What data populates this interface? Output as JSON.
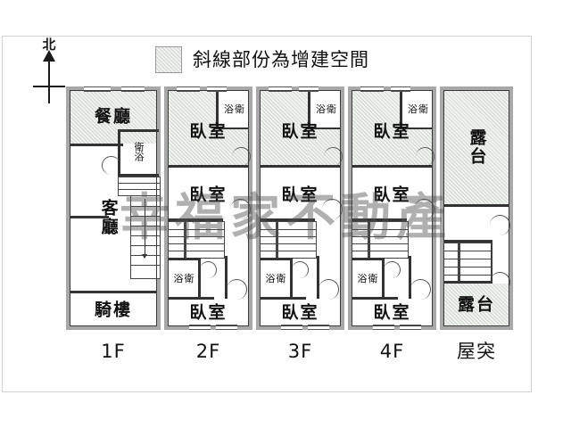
{
  "compass": {
    "label": "北",
    "name": "north-arrow"
  },
  "legend": {
    "swatch_name": "hatched-area-swatch",
    "text": "斜線部份為增建空間",
    "fill_color": "#f0f2ef",
    "border_color": "#9a9a9a"
  },
  "watermark": {
    "text": "幸福家不動產"
  },
  "floors": [
    {
      "caption": "1F",
      "rooms": [
        {
          "name": "dining-room",
          "label": "餐廳",
          "hatched": true
        },
        {
          "name": "bathroom-1f",
          "label": "衛浴",
          "hatched": false
        },
        {
          "name": "living-room",
          "label": "客廳",
          "hatched": false
        },
        {
          "name": "arcade",
          "label": "騎樓",
          "hatched": false
        }
      ]
    },
    {
      "caption": "2F",
      "rooms": [
        {
          "name": "bathroom-2f-upper",
          "label": "衛浴",
          "hatched": false
        },
        {
          "name": "bedroom-2f-1",
          "label": "臥室",
          "hatched": true
        },
        {
          "name": "bedroom-2f-2",
          "label": "臥室",
          "hatched": false
        },
        {
          "name": "bathroom-2f-lower",
          "label": "衛浴",
          "hatched": false
        },
        {
          "name": "bedroom-2f-3",
          "label": "臥室",
          "hatched": false
        }
      ]
    },
    {
      "caption": "3F",
      "rooms": [
        {
          "name": "bathroom-3f-upper",
          "label": "衛浴",
          "hatched": false
        },
        {
          "name": "bedroom-3f-1",
          "label": "臥室",
          "hatched": true
        },
        {
          "name": "bedroom-3f-2",
          "label": "臥室",
          "hatched": false
        },
        {
          "name": "bathroom-3f-lower",
          "label": "衛浴",
          "hatched": false
        },
        {
          "name": "bedroom-3f-3",
          "label": "臥室",
          "hatched": false
        }
      ]
    },
    {
      "caption": "4F",
      "rooms": [
        {
          "name": "bathroom-4f-upper",
          "label": "衛浴",
          "hatched": false
        },
        {
          "name": "bedroom-4f-1",
          "label": "臥室",
          "hatched": true
        },
        {
          "name": "bedroom-4f-2",
          "label": "臥室",
          "hatched": false
        },
        {
          "name": "bathroom-4f-lower",
          "label": "衛浴",
          "hatched": false
        },
        {
          "name": "bedroom-4f-3",
          "label": "臥室",
          "hatched": false
        }
      ]
    },
    {
      "caption": "屋突",
      "rooms": [
        {
          "name": "terrace-upper",
          "label": "露台",
          "hatched": true
        },
        {
          "name": "terrace-lower",
          "label": "露台",
          "hatched": true
        }
      ]
    }
  ]
}
